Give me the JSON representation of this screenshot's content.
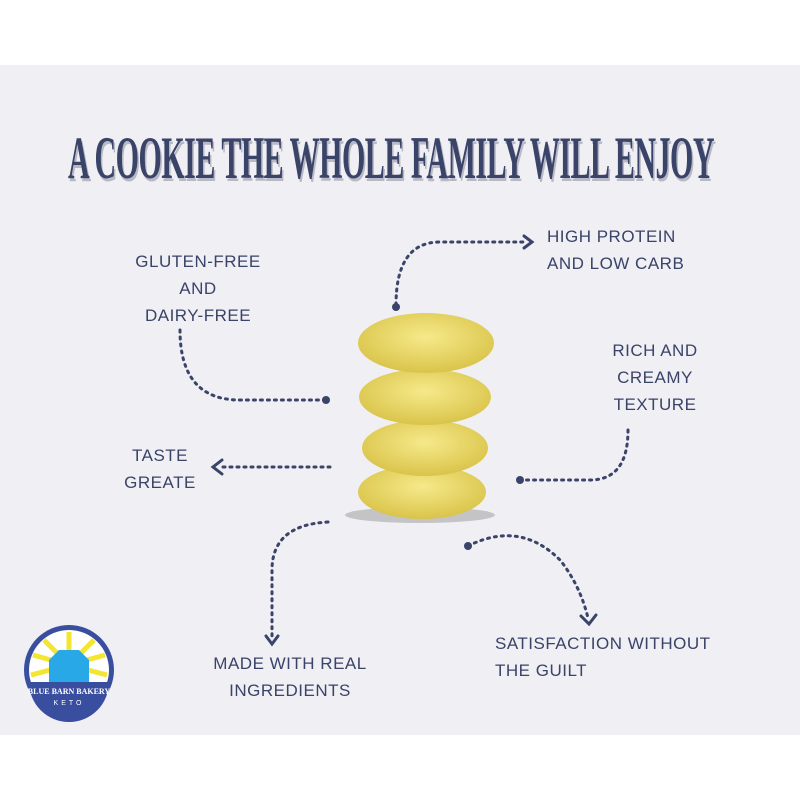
{
  "title": "A COOKIE THE WHOLE FAMILY WILL ENJOY",
  "features": {
    "gluten": [
      "GLUTEN-FREE",
      "AND",
      "DAIRY-FREE"
    ],
    "protein": [
      "HIGH PROTEIN",
      "AND LOW CARB"
    ],
    "creamy": [
      "RICH AND",
      "CREAMY",
      "TEXTURE"
    ],
    "taste": [
      "TASTE",
      "GREATE"
    ],
    "real": [
      "MADE WITH REAL",
      "INGREDIENTS"
    ],
    "guilt": [
      "SATISFACTION WITHOUT",
      "THE GUILT"
    ]
  },
  "logo": {
    "name": "BLUE BARN BAKERY",
    "sub": "KETO"
  },
  "colors": {
    "text": "#3a4368",
    "background": "#efeff4",
    "cookie": "#f0df6a"
  }
}
